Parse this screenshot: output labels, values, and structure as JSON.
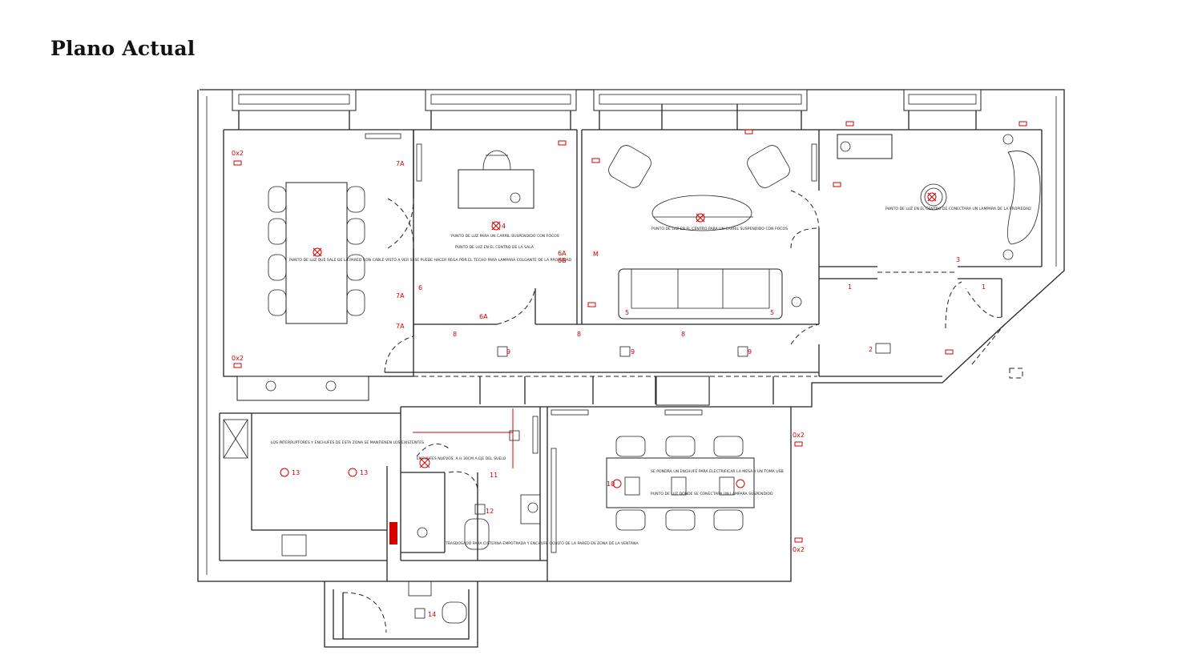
{
  "page": {
    "title": "Plano Actual"
  },
  "notes": {
    "dining": "PUNTO DE LUZ QUE SALE DE LA PARED CON CABLE VISTO A VER SI SE PUEDE HACER REGA POR EL TECHO PARA LAMPARA COLGANTE DE LA PROPIEDAD",
    "rail": "PUNTO DE LUZ PARA UN CARRIL SUSPENDIDO CON FOCOS",
    "center": "PUNTO DE LUZ EN EL CENTRO DE LA SALA",
    "living": "PUNTO DE LUZ EN EL CENTRO PARA UN CARRIL SUSPENDIDO CON FOCOS",
    "right": "PUNTO DE LUZ EN EL CENTRO DE CONECTARA UN LAMPARA DE LA PROPIEDAD",
    "switches": "LOS INTERRUPTORES Y ENCHUFES DE ESTA ZONA SE MANTIENEN LOS EXISTENTES",
    "bath": "ENCHUFES NUEVOS, A H 30CM A EJE DEL SUELO",
    "shower": "TRASDOSADO PARA CISTERNA EMPOTRADA Y ENCHUFE OCULTO DE LA PARED EN ZONA DE LA VENTANA",
    "office": "SE PONDRA UN ENCHUFE PARA ELECTRIFICAR LA MESA Y UN TOMA USB",
    "office2": "PUNTO DE LUZ DONDE SE CONECTARA UN LAMPARA SUSPENDIDO"
  },
  "labels": {
    "l1": "7A",
    "l2": "6A",
    "l3": "6B",
    "l4": "4",
    "l5": "5",
    "l6": "8",
    "l7": "9",
    "l8": "2",
    "l9": "1",
    "l10": "3",
    "l11": "13",
    "l12": "12",
    "l13": "11",
    "l14": "14",
    "l15": "10",
    "l16": "M",
    "l17": "6",
    "l18": "0x2"
  }
}
